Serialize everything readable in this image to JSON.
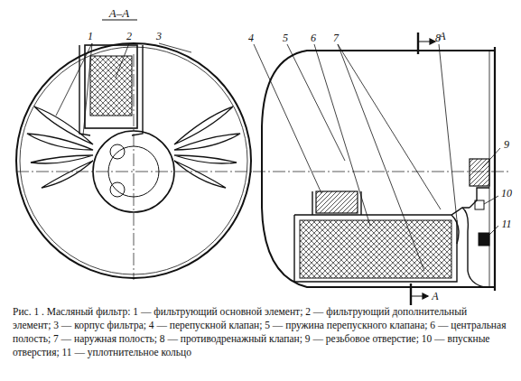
{
  "diagram": {
    "caption": "Рис. 1 . Масляный фильтр: 1 — фильтрующий основной элемент; 2 — фильтрующий дополнительный элемент; 3 — корпус фильтра; 4 — перепускной клапан; 5 — пружина перепускного клапана; 6 — центральная полость; 7 — наружная полость; 8 — противодренажный клапан; 9 — резьбовое отверстие; 10 — впускные отверстия; 11 — уплотнительное кольцо",
    "labels": [
      "А–А",
      "1",
      "2",
      "3",
      "4",
      "5",
      "6",
      "7",
      "8",
      "9",
      "10",
      "11",
      "А",
      "А"
    ]
  }
}
